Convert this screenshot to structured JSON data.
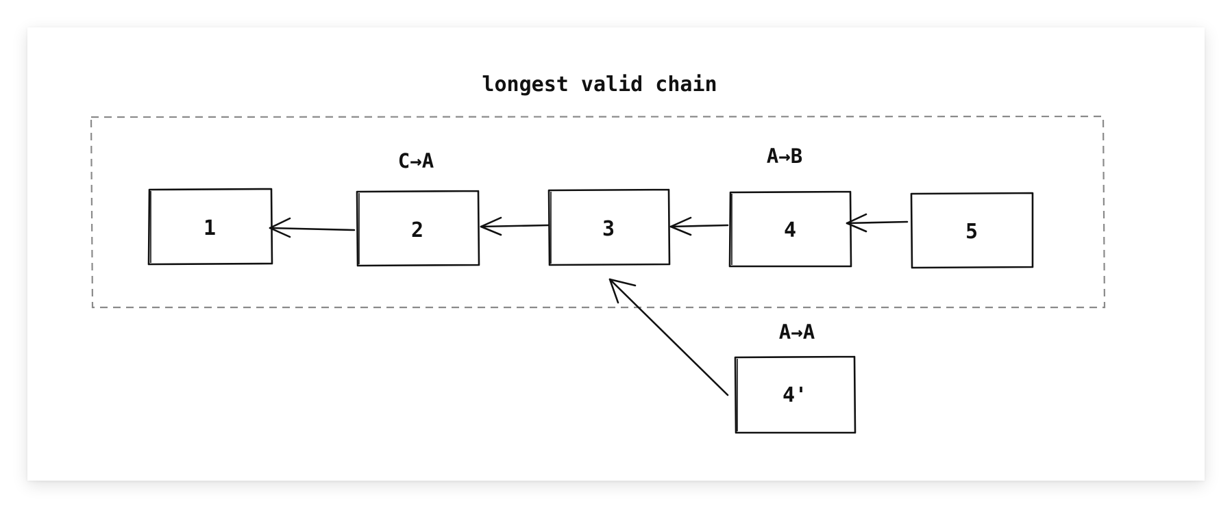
{
  "diagram": {
    "title": "longest valid chain",
    "blocks": [
      {
        "id": "1",
        "label": "1"
      },
      {
        "id": "2",
        "label": "2"
      },
      {
        "id": "3",
        "label": "3"
      },
      {
        "id": "4",
        "label": "4"
      },
      {
        "id": "5",
        "label": "5"
      },
      {
        "id": "4p",
        "label": "4'"
      }
    ],
    "transactions": [
      {
        "block": "2",
        "label": "C→A"
      },
      {
        "block": "4",
        "label": "A→B"
      },
      {
        "block": "4p",
        "label": "A→A"
      }
    ],
    "links": [
      {
        "from": "2",
        "to": "1"
      },
      {
        "from": "3",
        "to": "2"
      },
      {
        "from": "4",
        "to": "3"
      },
      {
        "from": "5",
        "to": "4"
      },
      {
        "from": "4p",
        "to": "3"
      }
    ]
  }
}
